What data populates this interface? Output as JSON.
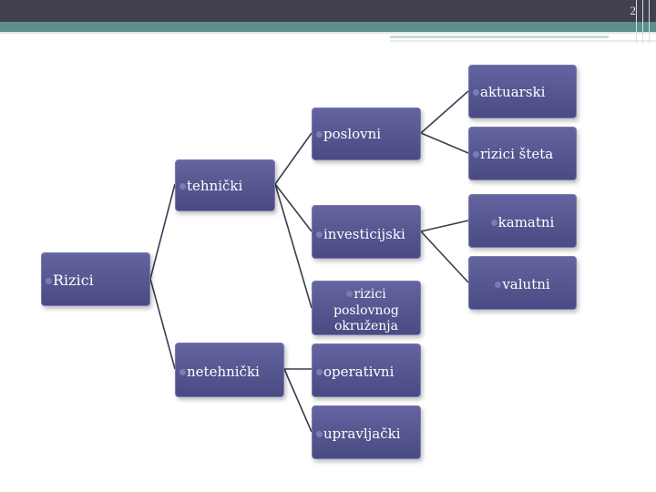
{
  "page_number": "2",
  "colors": {
    "node_fill": "#555590",
    "connector": "#3c3c52",
    "top_bar": "#41404f",
    "accent_strip": "#5d8f8f"
  },
  "nodes": {
    "root": "Rizici",
    "tehnicki": "tehnički",
    "netehnicki": "netehnički",
    "poslovni": "poslovni",
    "investicijski": "investicijski",
    "rizici_poslovnog_okruzenja": [
      "rizici",
      "poslovnog",
      "okruženja"
    ],
    "operativni": "operativni",
    "upravljacki": "upravljački",
    "aktuarski": "aktuarski",
    "rizici_steta": "rizici šteta",
    "kamatni": "kamatni",
    "valutni": "valutni"
  }
}
